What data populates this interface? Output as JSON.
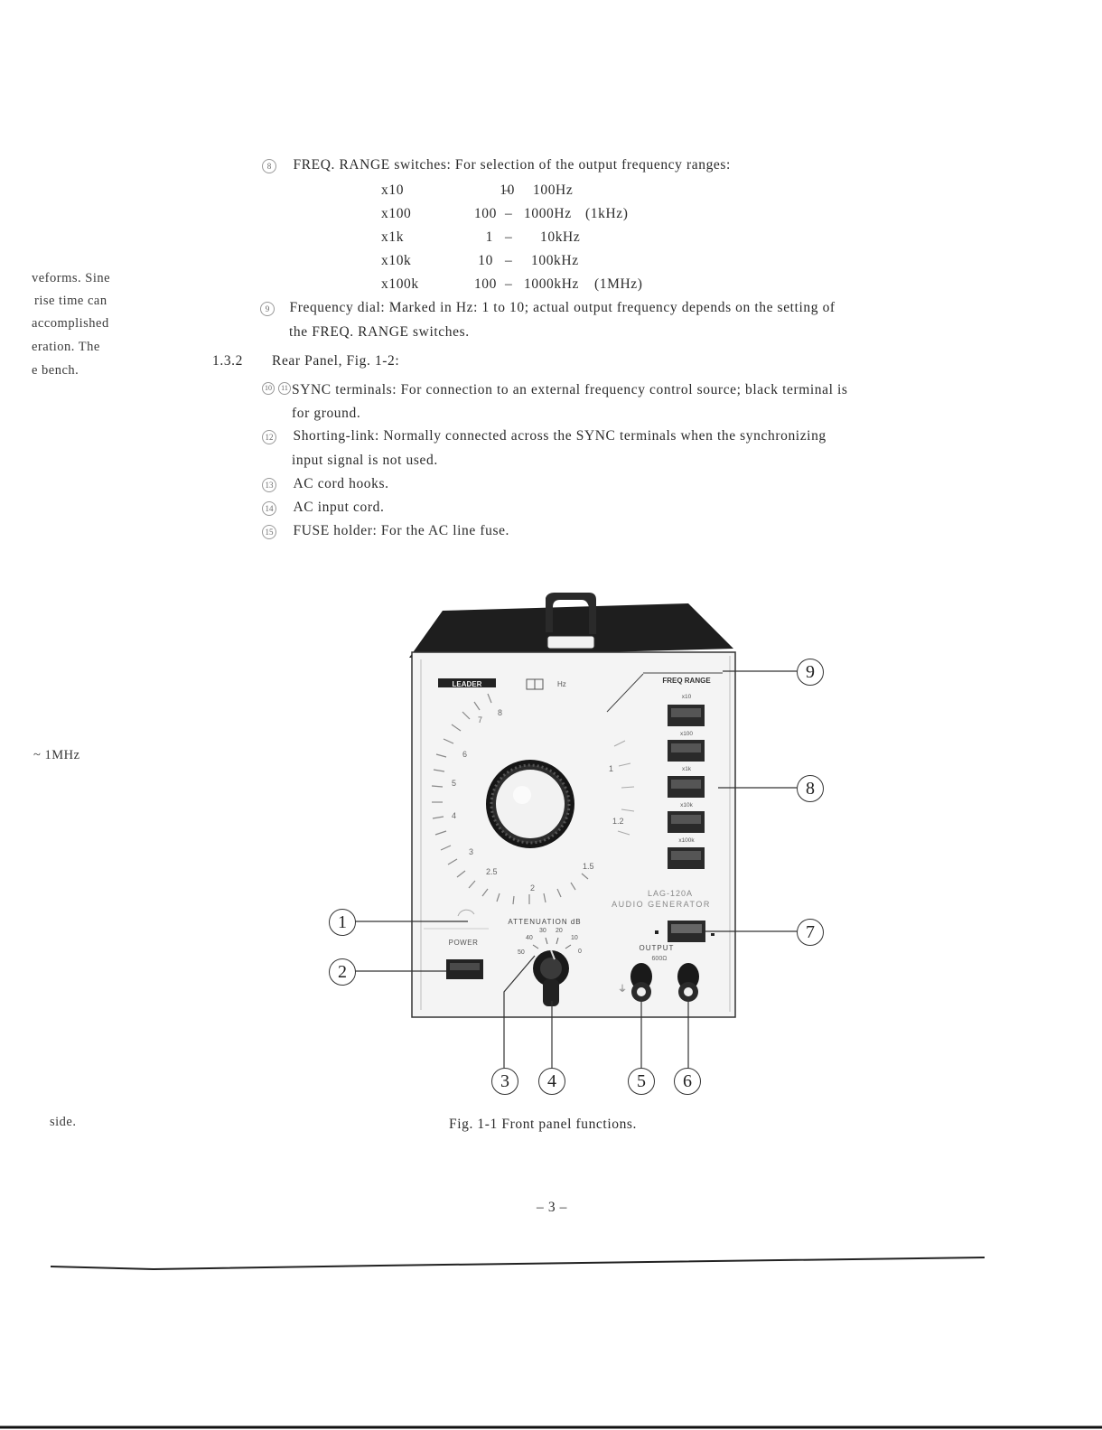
{
  "left_margin": {
    "lines": [
      "veforms. Sine",
      "rise time can",
      "accomplished",
      "eration. The",
      "e bench."
    ],
    "freq": "~ 1MHz",
    "side": "side."
  },
  "items": {
    "item8": {
      "num": "8",
      "text": "FREQ. RANGE switches:  For selection of the output frequency ranges:",
      "ranges": [
        {
          "mult": "x10",
          "from": "10",
          "to": "100Hz",
          "note": ""
        },
        {
          "mult": "x100",
          "from": "100",
          "to": "1000Hz",
          "note": "(1kHz)"
        },
        {
          "mult": "x1k",
          "from": "1",
          "to": "10kHz",
          "note": ""
        },
        {
          "mult": "x10k",
          "from": "10",
          "to": "100kHz",
          "note": ""
        },
        {
          "mult": "x100k",
          "from": "100",
          "to": "1000kHz",
          "note": "(1MHz)"
        }
      ]
    },
    "item9": {
      "num": "9",
      "line1": "Frequency dial: Marked in Hz: 1 to 10; actual output frequency depends on the setting of",
      "line2": "the FREQ. RANGE switches."
    },
    "rear": {
      "num": "1.3.2",
      "title": "Rear Panel, Fig. 1-2:"
    },
    "item10": {
      "num_a": "10",
      "num_b": "11",
      "line1": "SYNC terminals: For connection to an external frequency control source; black terminal is",
      "line2": "for ground."
    },
    "item12": {
      "num": "12",
      "line1": "Shorting-link:  Normally  connected  across  the  SYNC  terminals  when  the  synchronizing",
      "line2": "input signal is not used."
    },
    "item13": {
      "num": "13",
      "text": "AC cord hooks."
    },
    "item14": {
      "num": "14",
      "text": "AC input cord."
    },
    "item15": {
      "num": "15",
      "text": "FUSE holder: For the AC line fuse."
    }
  },
  "figure": {
    "brand": "LEADER",
    "hz": "Hz",
    "freq_range": "FREQ RANGE",
    "switch_labels": [
      "x10",
      "x100",
      "x1k",
      "x10k",
      "x100k"
    ],
    "model": "LAG-120A",
    "model_sub": "AUDIO GENERATOR",
    "attenuation": "ATTENUATION  dB",
    "atten_ticks": [
      "50",
      "40",
      "30",
      "20",
      "10",
      "0"
    ],
    "power": "POWER",
    "output": "OUTPUT",
    "output_sub": "600Ω",
    "dial_numbers": [
      "8",
      "7",
      "6",
      "5",
      "4",
      "3",
      "2.5",
      "2",
      "1.5",
      "1",
      "1.2"
    ],
    "callouts": [
      "1",
      "2",
      "3",
      "4",
      "5",
      "6",
      "7",
      "8",
      "9"
    ],
    "caption": "Fig. 1-1   Front panel functions."
  },
  "page_number": "– 3 –"
}
